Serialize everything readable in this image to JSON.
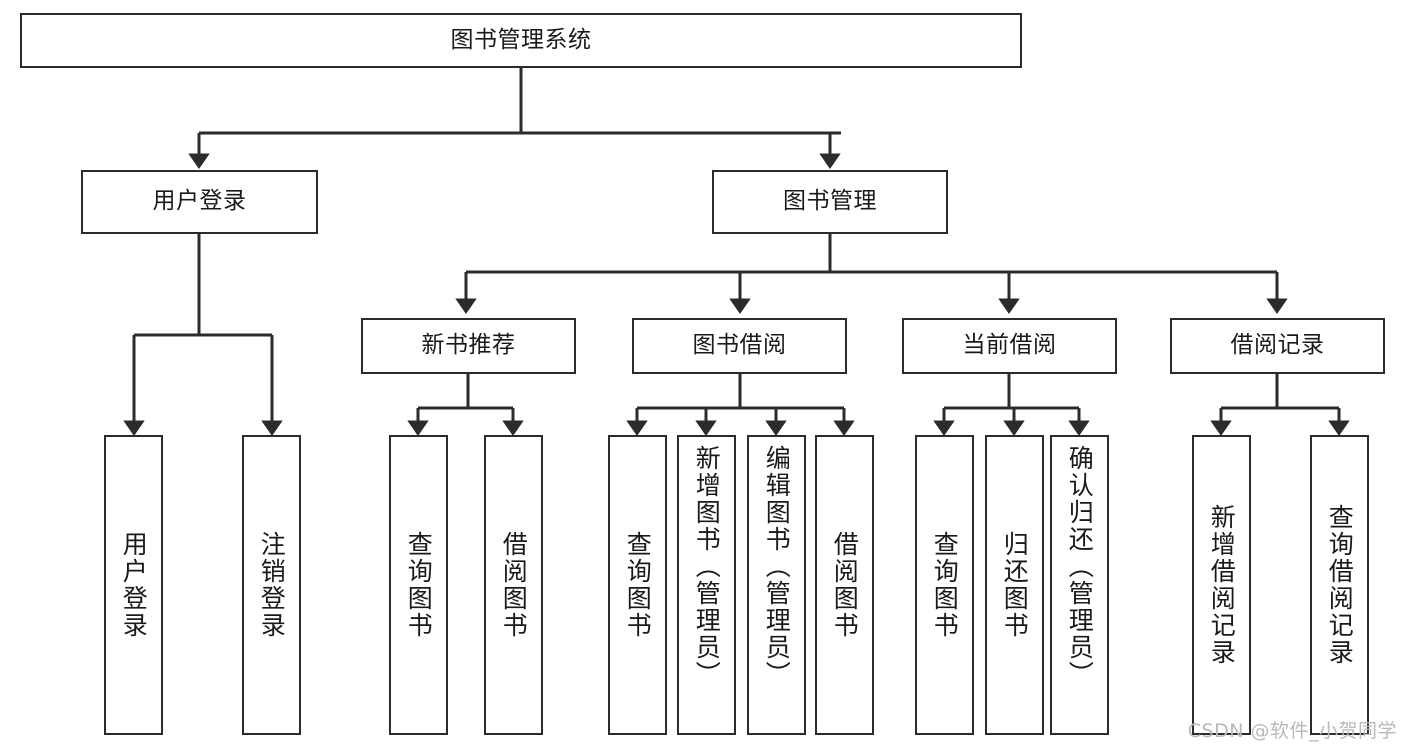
{
  "diagram": {
    "type": "tree-hierarchy-chart",
    "title": "图书管理系统",
    "colors": {
      "stroke": "#2b2b2b",
      "fill": "#ffffff",
      "text": "#1a1a1a",
      "watermark": "#b9b9b9"
    },
    "levels": {
      "root": {
        "label": "图书管理系统"
      },
      "level1": [
        {
          "id": "user-login",
          "label": "用户登录"
        },
        {
          "id": "book-manage",
          "label": "图书管理"
        }
      ],
      "level2": [
        {
          "id": "new-book-rec",
          "label": "新书推荐"
        },
        {
          "id": "book-borrow",
          "label": "图书借阅"
        },
        {
          "id": "current-borrow",
          "label": "当前借阅"
        },
        {
          "id": "borrow-record",
          "label": "借阅记录"
        }
      ],
      "leaves": [
        {
          "id": "leaf-user-login",
          "label": "用户登录"
        },
        {
          "id": "leaf-logout-login",
          "label": "注销登录"
        },
        {
          "id": "leaf-query-book-1",
          "label": "查询图书"
        },
        {
          "id": "leaf-borrow-book-1",
          "label": "借阅图书"
        },
        {
          "id": "leaf-query-book-2",
          "label": "查询图书"
        },
        {
          "id": "leaf-add-book",
          "label": "新增图书（管理员）"
        },
        {
          "id": "leaf-edit-book",
          "label": "编辑图书（管理员）"
        },
        {
          "id": "leaf-borrow-book-2",
          "label": "借阅图书"
        },
        {
          "id": "leaf-query-book-3",
          "label": "查询图书"
        },
        {
          "id": "leaf-return-book",
          "label": "归还图书"
        },
        {
          "id": "leaf-confirm-return",
          "label": "确认归还（管理员）"
        },
        {
          "id": "leaf-add-record",
          "label": "新增借阅记录"
        },
        {
          "id": "leaf-query-record",
          "label": "查询借阅记录"
        }
      ]
    }
  },
  "watermark": {
    "text": "CSDN @软件_小贺同学"
  }
}
